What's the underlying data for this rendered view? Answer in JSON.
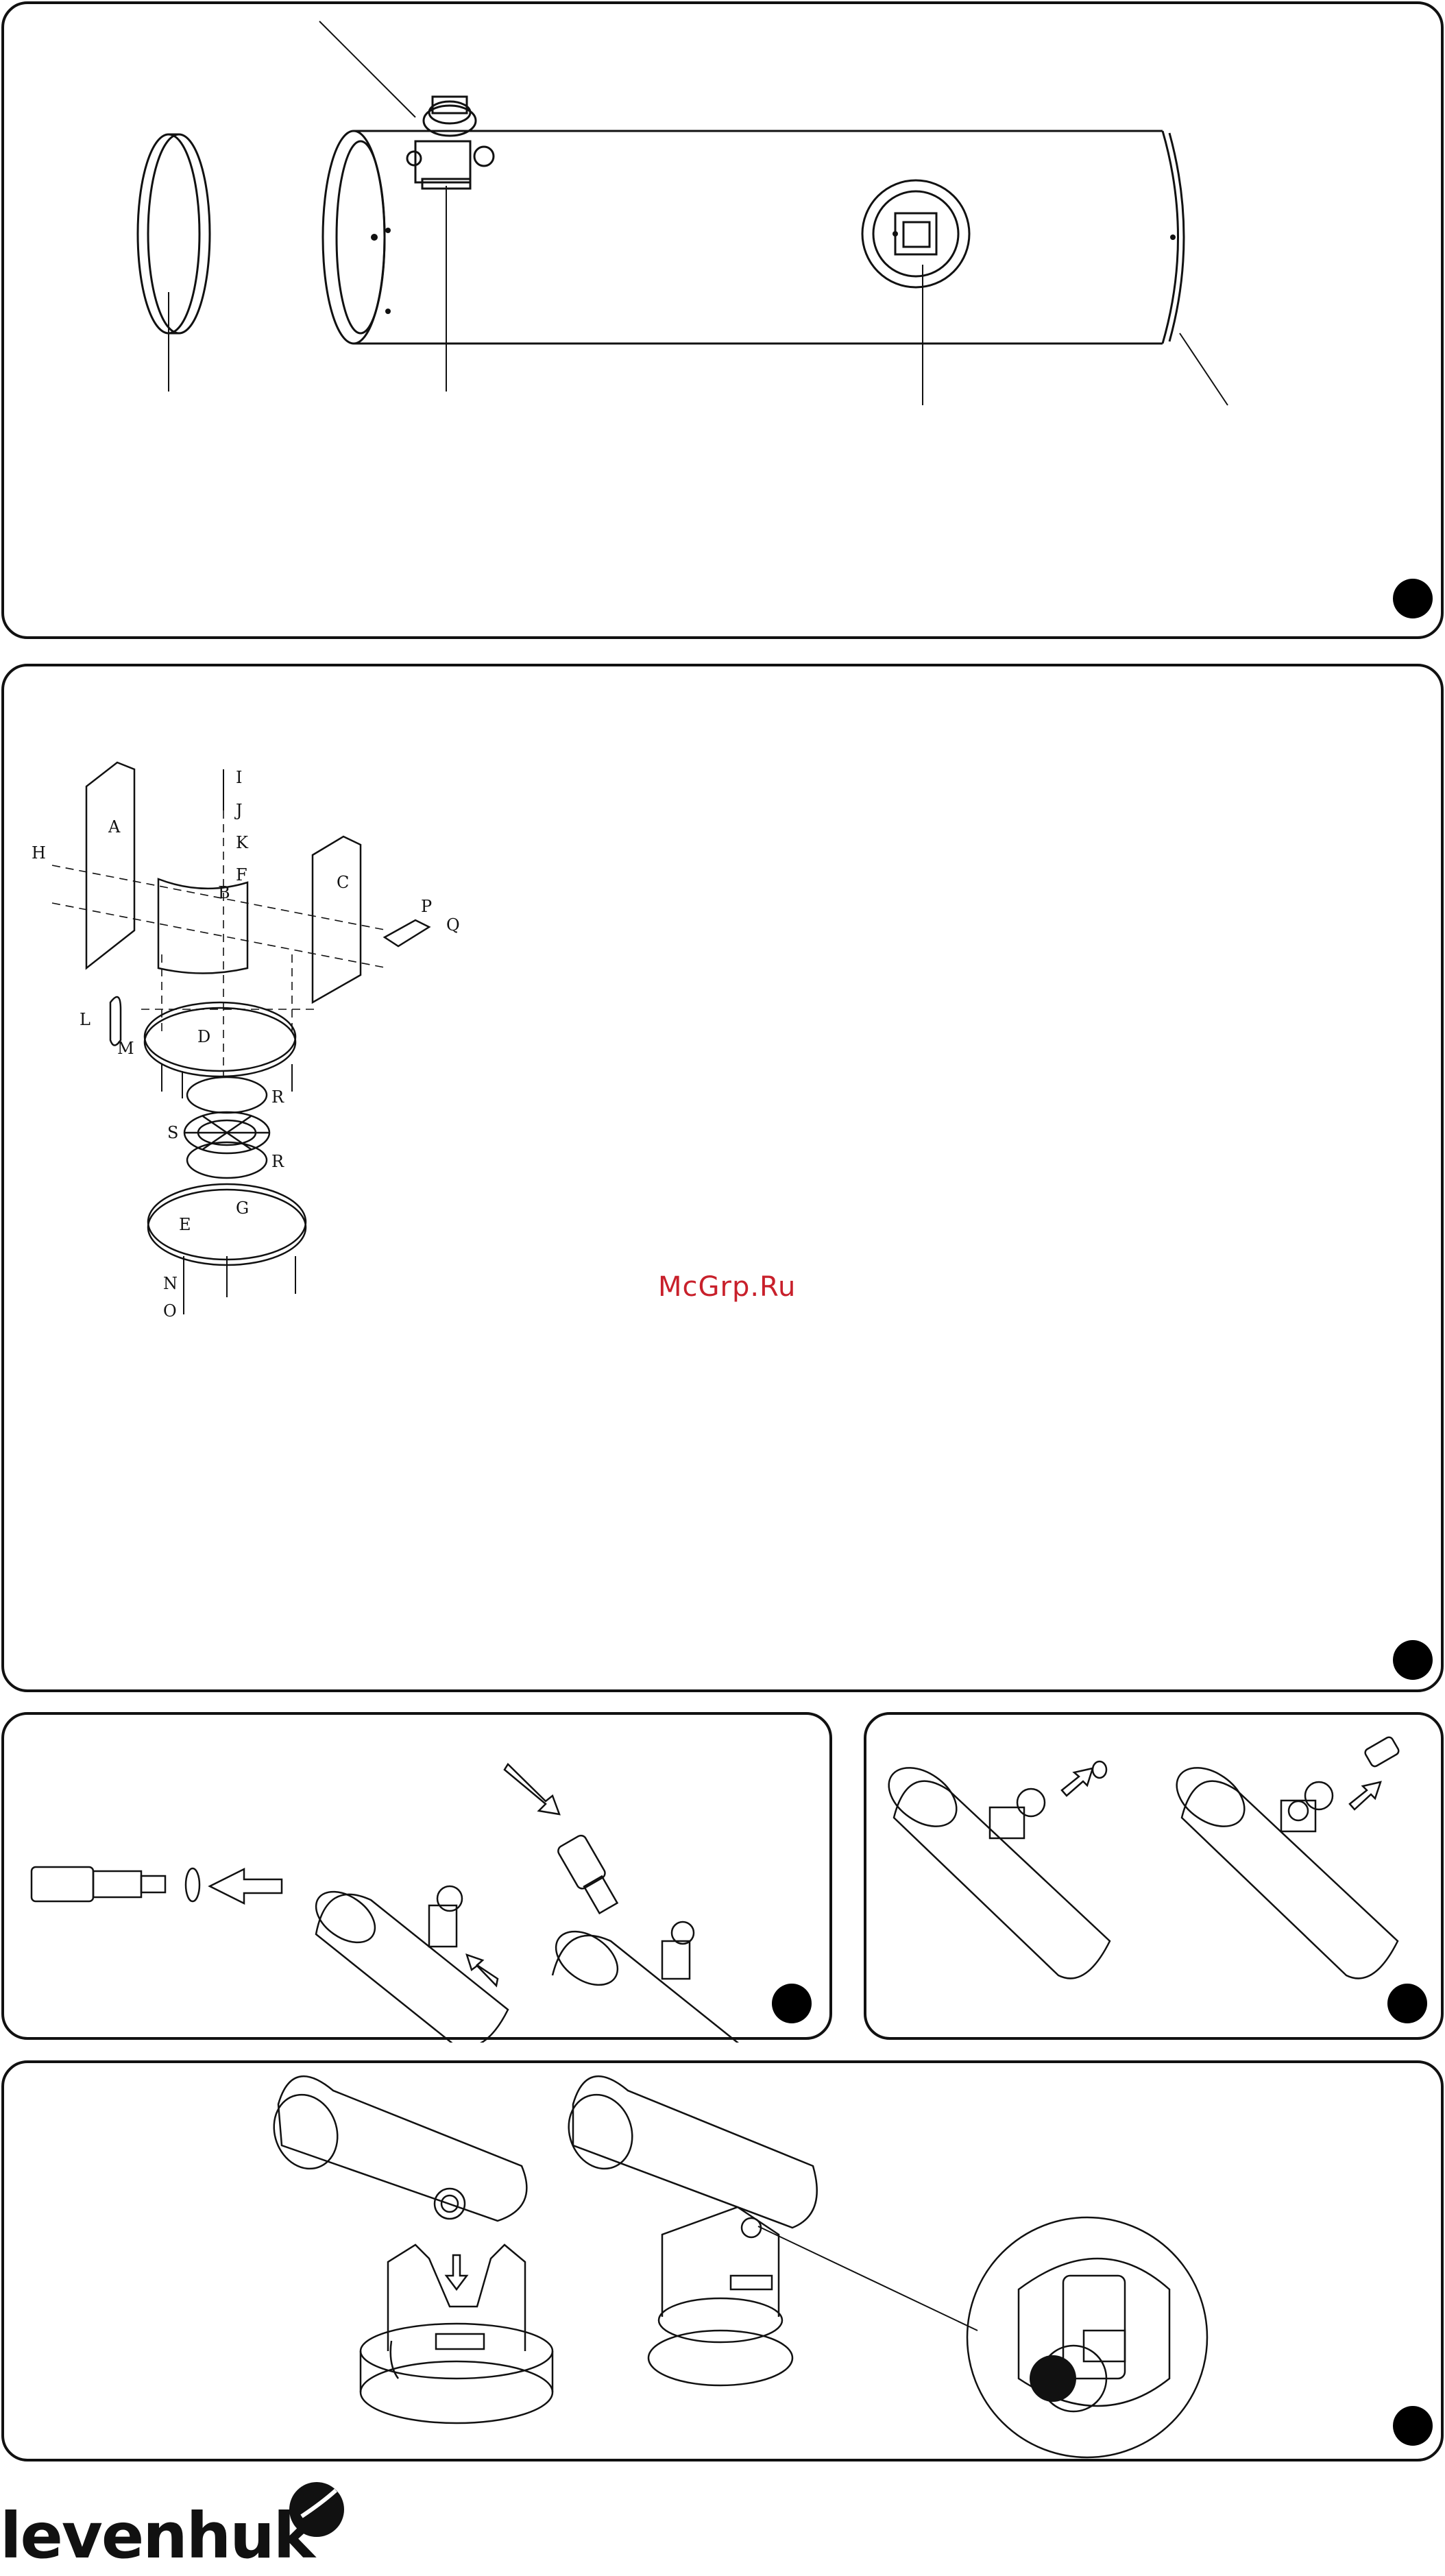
{
  "watermark": "McGrp.Ru",
  "brand": {
    "name": "levenhuk"
  },
  "colors": {
    "outline": "#111111",
    "watermark": "#c8202b",
    "badge": "#000000"
  },
  "figure2": {
    "labels": [
      "A",
      "B",
      "C",
      "D",
      "E",
      "F",
      "G",
      "H",
      "I",
      "J",
      "K",
      "L",
      "M",
      "N",
      "O",
      "P",
      "Q",
      "R",
      "R",
      "S"
    ]
  }
}
